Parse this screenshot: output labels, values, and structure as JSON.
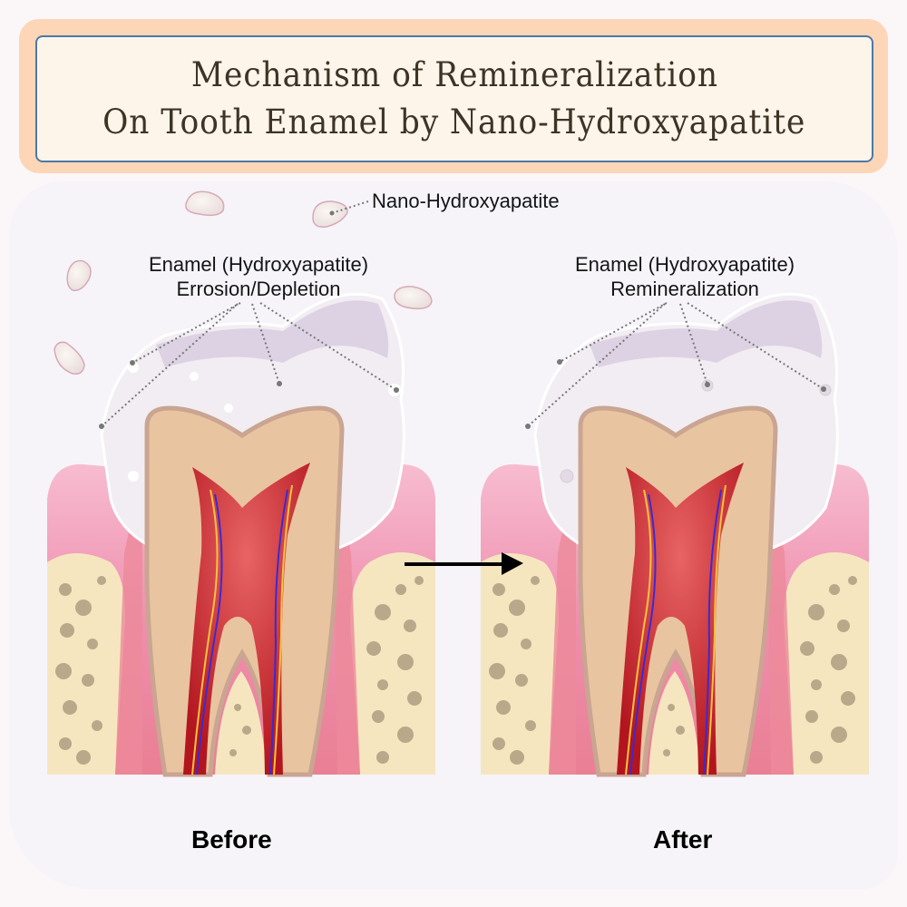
{
  "title": {
    "line1": "Mechanism of Remineralization",
    "line2": "On Tooth Enamel by Nano-Hydroxyapatite"
  },
  "labels": {
    "nano": "Nano-Hydroxyapatite",
    "before_line1": "Enamel (Hydroxyapatite)",
    "before_line2": "Errosion/Depletion",
    "after_line1": "Enamel (Hydroxyapatite)",
    "after_line2": "Remineralization"
  },
  "captions": {
    "before": "Before",
    "after": "After"
  },
  "colors": {
    "title_frame": "#fdd6b8",
    "title_box": "#fef5ea",
    "title_border": "#4b79a3",
    "title_text": "#3d3426",
    "gum": "#ef8fa8",
    "bone": "#f6e6c0",
    "dentin": "#e9c4a0",
    "pulp": "#c9202a",
    "enamel": "#f2edf2"
  },
  "panels": [
    {
      "id": "before",
      "state": "eroded enamel with pits"
    },
    {
      "id": "after",
      "state": "remineralized enamel"
    }
  ],
  "arrow": {
    "direction": "right"
  }
}
